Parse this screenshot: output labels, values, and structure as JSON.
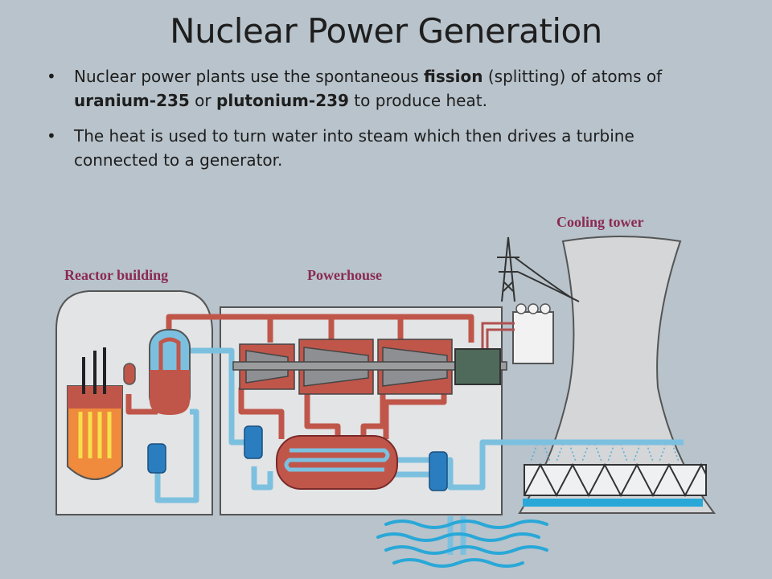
{
  "slide": {
    "title": "Nuclear Power Generation",
    "bullets": [
      {
        "parts": [
          {
            "text": "Nuclear power plants use the spontaneous ",
            "bold": false
          },
          {
            "text": "fission",
            "bold": true
          },
          {
            "text": " (splitting) of atoms of ",
            "bold": false
          },
          {
            "text": "uranium-235",
            "bold": true
          },
          {
            "text": " or ",
            "bold": false
          },
          {
            "text": "plutonium-239",
            "bold": true
          },
          {
            "text": " to produce heat.",
            "bold": false
          }
        ]
      },
      {
        "parts": [
          {
            "text": "The heat is used to turn water into steam which then drives a turbine connected to a generator.",
            "bold": false
          }
        ]
      }
    ]
  },
  "diagram": {
    "labels": {
      "reactor_building": "Reactor building",
      "powerhouse": "Powerhouse",
      "cooling_tower": "Cooling tower"
    },
    "colors": {
      "background": "#b8c3cb",
      "label": "#8a2a52",
      "hot_pipe": "#c0564a",
      "cold_pipe": "#7cc0e0",
      "reactor_core": "#f08a3c",
      "water": "#29a8d8",
      "generator": "#4f6a5a",
      "building": "#e2e4e5",
      "tower": "#d4d6d8"
    }
  }
}
